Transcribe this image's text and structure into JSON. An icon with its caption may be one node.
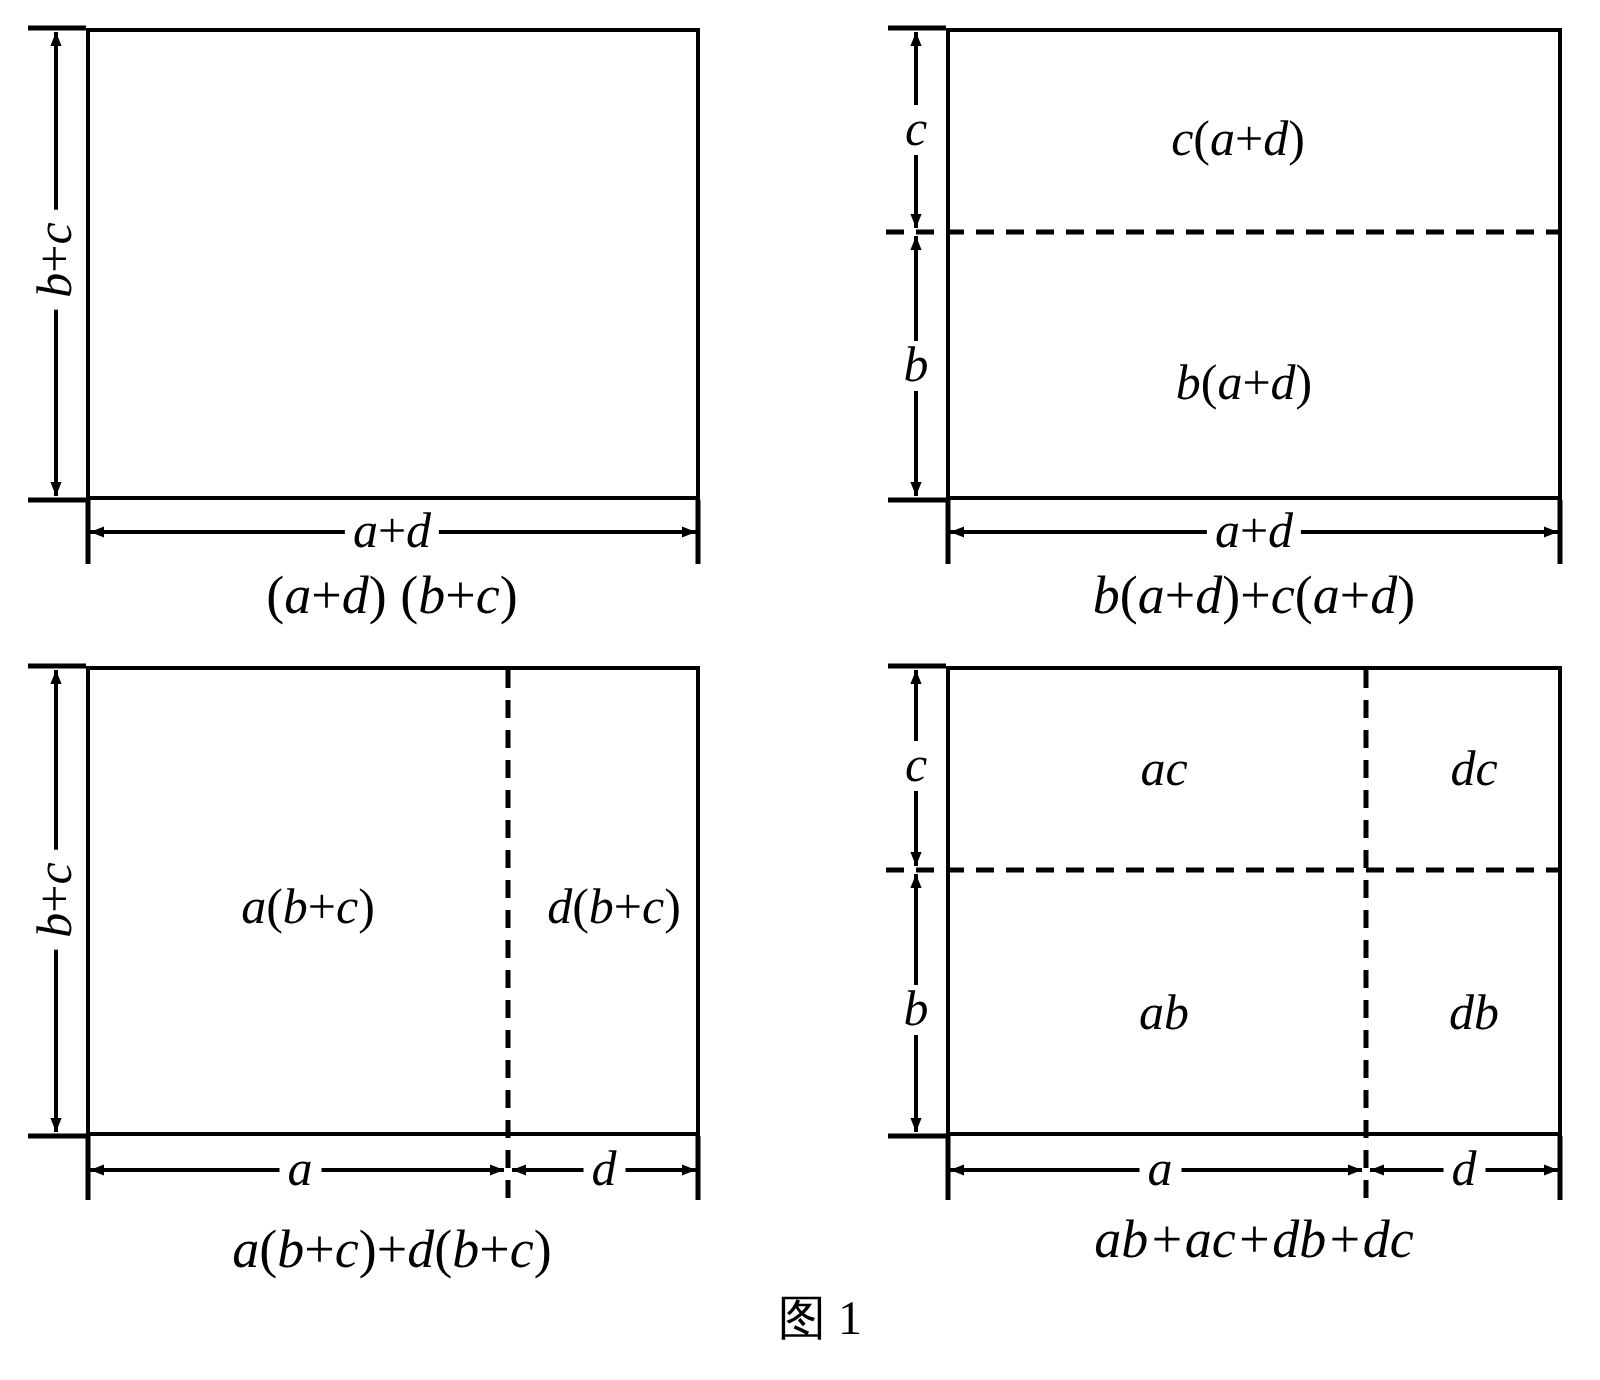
{
  "diagram": {
    "caption": "图 1",
    "nodes": [
      {
        "text": [],
        "shape": "box",
        "beside": [
          "(*a*+*d*) (*b*+*c*)"
        ]
      },
      {
        "text": [],
        "shape": "box",
        "beside": [
          "*b*(*a*+*d*)+*c*(*a*+*d*)"
        ]
      },
      {
        "text": [
          "*c*(*a*+*d*)"
        ],
        "in": 1
      },
      {
        "text": [
          "*b*(*a*+*d*)"
        ],
        "in": 1
      },
      {
        "text": [],
        "shape": "box",
        "beside": [
          "*a*(*b*+*c*)+*d*(*b*+*c*)"
        ]
      },
      {
        "text": [
          "*a*(*b*+*c*)"
        ],
        "in": 4
      },
      {
        "text": [
          "*d*(*b*+*c*)"
        ],
        "in": 4
      },
      {
        "text": [],
        "shape": "box",
        "beside": [
          "ab+ac+db+dc"
        ]
      },
      {
        "text": [
          "ac"
        ],
        "in": 7
      },
      {
        "text": [
          "dc"
        ],
        "in": 7
      },
      {
        "text": [
          "ab"
        ],
        "in": 7
      },
      {
        "text": [
          "db"
        ],
        "in": 7
      }
    ],
    "edges": [],
    "labels": [
      "*b*+*c*",
      "c",
      "b",
      "*a*+*d*",
      "*a*+*d*",
      "*b*+*c*",
      "c",
      "b",
      "a",
      "d",
      "a",
      "d"
    ]
  }
}
